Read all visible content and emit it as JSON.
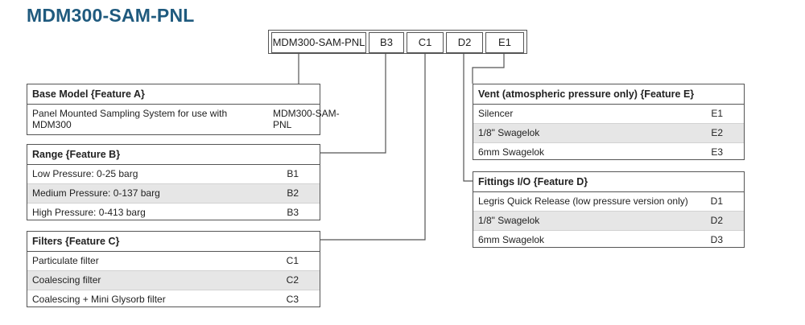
{
  "title": "MDM300-SAM-PNL",
  "code_strip": [
    "MDM300-SAM-PNL",
    "B3",
    "C1",
    "D2",
    "E1"
  ],
  "tables": {
    "base": {
      "header": "Base Model {Feature A}",
      "rows": [
        {
          "desc": "Panel Mounted Sampling System for use with MDM300",
          "code": "MDM300-SAM-PNL"
        }
      ]
    },
    "range": {
      "header": "Range {Feature B}",
      "rows": [
        {
          "desc": "Low Pressure: 0-25 barg",
          "code": "B1"
        },
        {
          "desc": "Medium Pressure: 0-137 barg",
          "code": "B2"
        },
        {
          "desc": "High Pressure: 0-413 barg",
          "code": "B3"
        }
      ]
    },
    "filters": {
      "header": "Filters {Feature C}",
      "rows": [
        {
          "desc": "Particulate filter",
          "code": "C1"
        },
        {
          "desc": "Coalescing filter",
          "code": "C2"
        },
        {
          "desc": "Coalescing + Mini Glysorb filter",
          "code": "C3"
        }
      ]
    },
    "vent": {
      "header": "Vent (atmospheric pressure only) {Feature E}",
      "rows": [
        {
          "desc": "Silencer",
          "code": "E1"
        },
        {
          "desc": "1/8\" Swagelok",
          "code": "E2"
        },
        {
          "desc": "6mm Swagelok",
          "code": "E3"
        }
      ]
    },
    "fittings": {
      "header": "Fittings I/O {Feature D}",
      "rows": [
        {
          "desc": "Legris Quick Release (low pressure version only)",
          "code": "D1"
        },
        {
          "desc": "1/8\" Swagelok",
          "code": "D2"
        },
        {
          "desc": "6mm Swagelok",
          "code": "D3"
        }
      ]
    }
  },
  "colors": {
    "title": "#1f5a7e",
    "row_alt": "#e6e6e6",
    "line": "#555555"
  }
}
